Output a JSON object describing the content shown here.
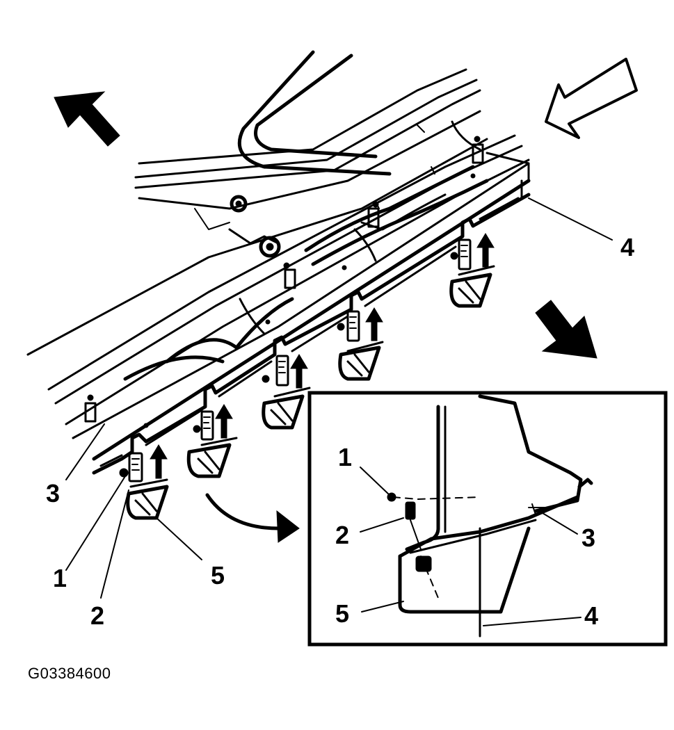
{
  "figure_id": "G03384600",
  "main_view": {
    "callouts": {
      "c1": "1",
      "c2": "2",
      "c3": "3",
      "c4": "4",
      "c5": "5"
    }
  },
  "detail_view": {
    "callouts": {
      "c1": "1",
      "c2": "2",
      "c3": "3",
      "c4": "4",
      "c5": "5"
    }
  },
  "direction_arrows": [
    {
      "icon": "arrow-up-left-icon",
      "style": "solid"
    },
    {
      "icon": "arrow-down-left-icon",
      "style": "outline"
    },
    {
      "icon": "arrow-down-right-icon",
      "style": "solid"
    },
    {
      "icon": "curved-arrow-right-icon",
      "style": "solid"
    }
  ],
  "colors": {
    "line": "#000000",
    "background": "#ffffff"
  }
}
